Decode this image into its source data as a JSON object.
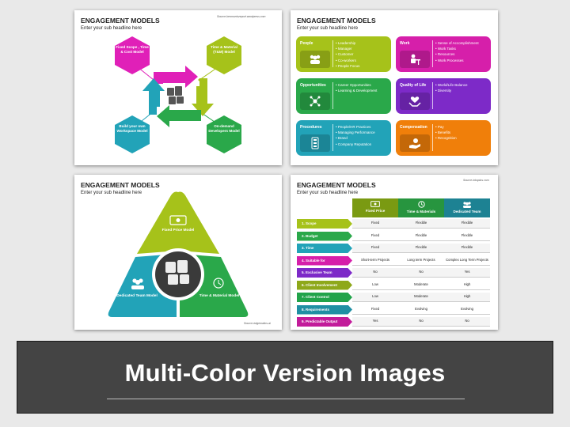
{
  "slides": [
    {
      "title": "ENGAGEMENT MODELS",
      "subtitle": "Enter your sub headline here",
      "source": "Source-kenmorrisreport.wordpress.com",
      "hexagons": [
        {
          "label": "Fixed Scope , Time & Cost Model",
          "color": "#e020b8"
        },
        {
          "label": "Time & Material (T&M) Model",
          "color": "#a6c21a"
        },
        {
          "label": "Build your own Workspace Model",
          "color": "#22a3b8"
        },
        {
          "label": "On-demand Developers Model",
          "color": "#2aa84a"
        }
      ]
    },
    {
      "title": "ENGAGEMENT MODELS",
      "subtitle": "Enter your sub headline here",
      "cards": [
        {
          "title": "People",
          "color": "#a6c21a",
          "items": [
            "Leadership",
            "Manager",
            "Customer",
            "Co-workers",
            "People Focus"
          ]
        },
        {
          "title": "Work",
          "color": "#d61faa",
          "items": [
            "Sense of Accomplishment",
            "Work Tasks",
            "Resources",
            "Work Processes"
          ]
        },
        {
          "title": "Opportunities",
          "color": "#2aa84a",
          "items": [
            "Career Opportunities",
            "Learning & Development"
          ]
        },
        {
          "title": "Quality of Life",
          "color": "#7d2ac8",
          "items": [
            "World/Life Balance",
            "Diversity"
          ]
        },
        {
          "title": "Procedures",
          "color": "#22a3b8",
          "items": [
            "People/HR Practices",
            "Managing Performance",
            "Brand",
            "Company Reputation"
          ]
        },
        {
          "title": "Compensation",
          "color": "#f07f0a",
          "items": [
            "Pay",
            "Benefits",
            "Recognition"
          ]
        }
      ]
    },
    {
      "title": "ENGAGEMENT MODELS",
      "subtitle": "Enter your sub headline here",
      "source": "Source-edgematics.ai",
      "segments": [
        {
          "label": "Fixed Price Model",
          "color": "#a6c21a"
        },
        {
          "label": "Dedicated Team Model",
          "color": "#22a3b8"
        },
        {
          "label": "Time & Material Model",
          "color": "#2aa84a"
        }
      ]
    },
    {
      "title": "ENGAGEMENT MODELS",
      "subtitle": "Enter your sub headline here",
      "source": "Source-inkoplus.com",
      "headers": [
        {
          "label": "Fixed Price",
          "color": "#7a9a12"
        },
        {
          "label": "Time & Materials",
          "color": "#27953f"
        },
        {
          "label": "Dedicated Team",
          "color": "#1d8293"
        }
      ],
      "rows": [
        {
          "label": "1. Scope",
          "color": "#a6c21a",
          "cells": [
            "Fixed",
            "Flexible",
            "Flexible"
          ]
        },
        {
          "label": "2. Budget",
          "color": "#2aa84a",
          "cells": [
            "Fixed",
            "Flexible",
            "Flexible"
          ]
        },
        {
          "label": "3. Time",
          "color": "#22a3b8",
          "cells": [
            "Fixed",
            "Flexible",
            "Flexible"
          ]
        },
        {
          "label": "4. Suitable for",
          "color": "#d61faa",
          "cells": [
            "Short-term Projects",
            "Long term Projects",
            "Complex Long Term Projects"
          ]
        },
        {
          "label": "5. Exclusive Team",
          "color": "#7d2ac8",
          "cells": [
            "No",
            "No",
            "Yes"
          ]
        },
        {
          "label": "6. Client Involvement",
          "color": "#8ea81a",
          "cells": [
            "Low",
            "Moderate",
            "High"
          ]
        },
        {
          "label": "7. Client Control",
          "color": "#22a34a",
          "cells": [
            "Low",
            "Moderate",
            "High"
          ]
        },
        {
          "label": "8. Requirements",
          "color": "#1f8fa3",
          "cells": [
            "Fixed",
            "Evolving",
            "Evolving"
          ]
        },
        {
          "label": "9. Predictable Output",
          "color": "#c21c9a",
          "cells": [
            "Yes",
            "No",
            "No"
          ]
        }
      ]
    }
  ],
  "banner": {
    "title": "Multi-Color Version Images"
  }
}
